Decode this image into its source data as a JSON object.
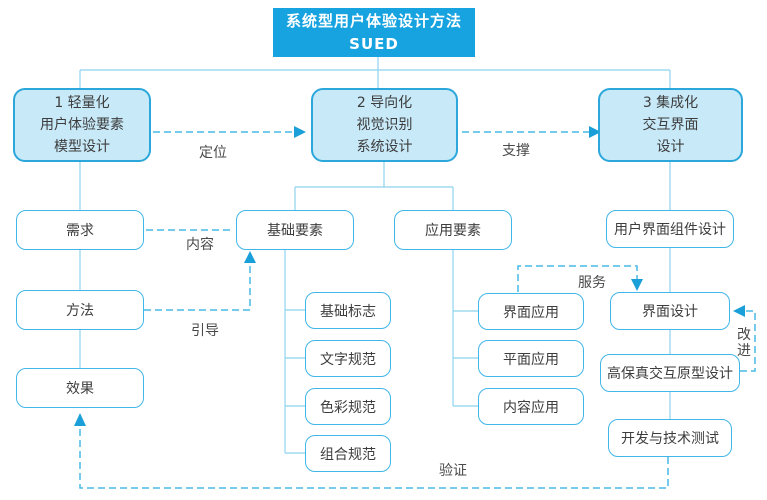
{
  "colors": {
    "header_bg": "#17a3df",
    "header_text": "#ffffff",
    "main_box_fill": "#c8e9f8",
    "main_box_border": "#2ba7db",
    "node_fill": "#ffffff",
    "node_border": "#41b6e8",
    "connector": "#8ed2ef",
    "dashed": "#29abe2",
    "arrow": "#1b9fd8",
    "node_text": "#3d3d3d",
    "label_text": "#4a4a4a"
  },
  "header": {
    "title": "系统型用户体验设计方法",
    "subtitle": "SUED"
  },
  "main_boxes": [
    {
      "lines": [
        "1 轻量化",
        "用户体验要素",
        "模型设计"
      ]
    },
    {
      "lines": [
        "2 导向化",
        "视觉识别",
        "系统设计"
      ]
    },
    {
      "lines": [
        "3 集成化",
        "交互界面",
        "设计"
      ]
    }
  ],
  "nodes": {
    "demand": "需求",
    "method": "方法",
    "effect": "效果",
    "basic_elements": "基础要素",
    "application_elements": "应用要素",
    "ui_component_design": "用户界面组件设计",
    "basic_logo": "基础标志",
    "text_spec": "文字规范",
    "color_spec": "色彩规范",
    "combination_spec": "组合规范",
    "interface_app": "界面应用",
    "graphic_app": "平面应用",
    "content_app": "内容应用",
    "interface_design": "界面设计",
    "hifi_prototype_design": "高保真交互原型设计",
    "dev_tech_testing": "开发与技术测试"
  },
  "edge_labels": {
    "positioning": "定位",
    "support": "支撑",
    "content": "内容",
    "guidance": "引导",
    "service": "服务",
    "improvement": "改进",
    "verification": "验证"
  }
}
